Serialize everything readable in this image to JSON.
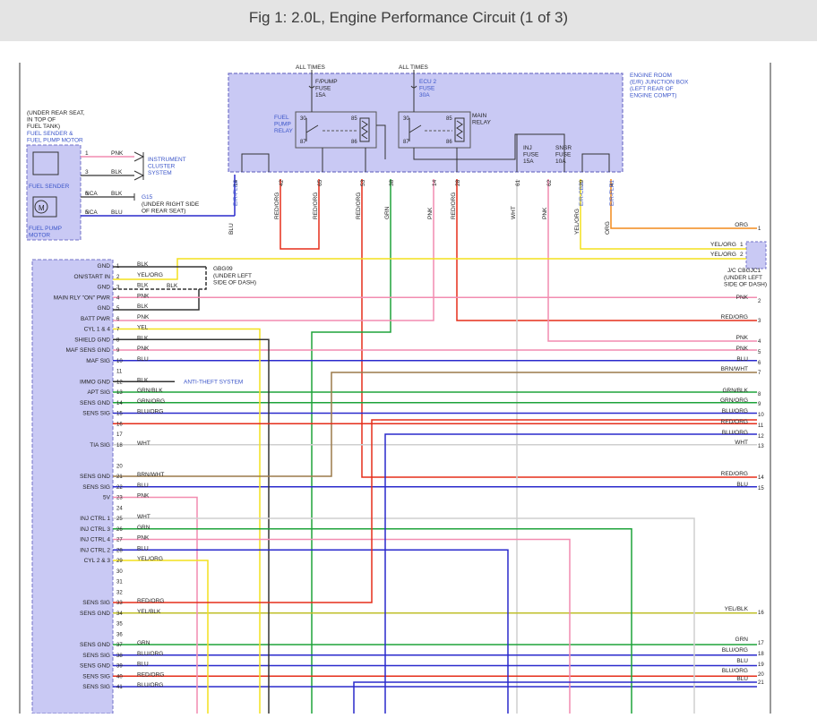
{
  "title": "Fig 1: 2.0L, Engine Performance Circuit (1 of 3)",
  "top_labels": {
    "all_times_1": "ALL TIMES",
    "all_times_2": "ALL TIMES",
    "fpump_fuse": [
      "F/PUMP",
      "FUSE",
      "15A"
    ],
    "ecu2_fuse": [
      "ECU 2",
      "FUSE",
      "30A"
    ],
    "junction_box": [
      "ENGINE ROOM",
      "(E/R) JUNCTION BOX",
      "(LEFT REAR OF",
      "ENGINE COMPT)"
    ],
    "fuel_pump_relay": [
      "FUEL",
      "PUMP",
      "RELAY"
    ],
    "main_relay": [
      "MAIN",
      "RELAY"
    ],
    "inj_fuse": [
      "INJ",
      "FUSE",
      "15A"
    ],
    "snsr_fuse": [
      "SNSR",
      "FUSE",
      "10A"
    ]
  },
  "fuel_sender": {
    "location": [
      "(UNDER REAR SEAT,",
      "IN TOP OF",
      "FUEL TANK)"
    ],
    "name": [
      "FUEL SENDER &",
      "FUEL PUMP MOTOR"
    ],
    "sender_label": "FUEL SENDER",
    "motor_label": [
      "FUEL PUMP",
      "MOTOR"
    ],
    "motor_symbol": "M",
    "instrument_cluster": [
      "INSTRUMENT",
      "CLUSTER",
      "SYSTEM"
    ],
    "ground_label": "G15",
    "ground_location": [
      "(UNDER RIGHT SIDE",
      "OF REAR SEAT)"
    ],
    "wires": [
      {
        "pin": "1",
        "color": "PNK"
      },
      {
        "pin": "3",
        "color": "BLK"
      },
      {
        "pin": "6",
        "color": "BLK",
        "prefix": "NCA"
      },
      {
        "pin": "5",
        "color": "BLU",
        "prefix": "NCA"
      }
    ]
  },
  "jb_pins": [
    {
      "pin": "14",
      "name": "E/R-FLR2",
      "color": "BLU"
    },
    {
      "pin": "42",
      "color": "RED/ORG"
    },
    {
      "pin": "65",
      "color": "RED/ORG"
    },
    {
      "pin": "53",
      "color": "RED/ORG"
    },
    {
      "pin": "38",
      "color": "GRN"
    },
    {
      "pin": "14",
      "color": "PNK"
    },
    {
      "pin": "28",
      "color": "RED/ORG"
    },
    {
      "pin": "61",
      "color": "WHT"
    },
    {
      "pin": "62",
      "color": "PNK"
    },
    {
      "pin": "29",
      "name": "E/R-CBS",
      "color": "YEL/ORG"
    },
    {
      "pin": "4",
      "name": "E/R-FLR1",
      "color": "ORG"
    }
  ],
  "gbg09": {
    "label": "GBG09",
    "location": [
      "(UNDER LEFT",
      "SIDE OF DASH)"
    ],
    "wire": "BLK"
  },
  "anti_theft": "ANTI-THEFT SYSTEM",
  "connector_cbgjc1": {
    "label": "J/C CBGJC1",
    "location": [
      "(UNDER LEFT",
      "SIDE OF DASH)"
    ],
    "wire_pin1": "YEL/ORG",
    "wire_pin2": "YEL/ORG",
    "pin1": "1",
    "pin2": "2"
  },
  "ecm_pins": [
    {
      "pin": "1",
      "name": "GND",
      "color": "BLK"
    },
    {
      "pin": "2",
      "name": "ON/START IN",
      "color": "YEL/ORG"
    },
    {
      "pin": "3",
      "name": "GND",
      "color": "BLK"
    },
    {
      "pin": "4",
      "name": "MAIN RLY \"ON\" PWR",
      "color": "PNK"
    },
    {
      "pin": "5",
      "name": "GND",
      "color": "BLK"
    },
    {
      "pin": "6",
      "name": "BATT PWR",
      "color": "PNK"
    },
    {
      "pin": "7",
      "name": "CYL 1 & 4",
      "color": "YEL"
    },
    {
      "pin": "8",
      "name": "SHIELD GND",
      "color": "BLK"
    },
    {
      "pin": "9",
      "name": "MAF SENS GND",
      "color": "PNK"
    },
    {
      "pin": "10",
      "name": "MAF SIG",
      "color": "BLU"
    },
    {
      "pin": "11",
      "name": "",
      "color": ""
    },
    {
      "pin": "12",
      "name": "IMMO GND",
      "color": "BLK"
    },
    {
      "pin": "13",
      "name": "APT SIG",
      "color": "GRN/BLK"
    },
    {
      "pin": "14",
      "name": "SENS GND",
      "color": "GRN/ORG"
    },
    {
      "pin": "15",
      "name": "SENS SIG",
      "color": "BLU/ORG"
    },
    {
      "pin": "16",
      "name": "",
      "color": ""
    },
    {
      "pin": "17",
      "name": "",
      "color": ""
    },
    {
      "pin": "18",
      "name": "TIA SIG",
      "color": "WHT"
    },
    {
      "pin": "20",
      "name": "",
      "color": ""
    },
    {
      "pin": "21",
      "name": "SENS GND",
      "color": "BRN/WHT"
    },
    {
      "pin": "22",
      "name": "SENS SIG",
      "color": "BLU"
    },
    {
      "pin": "23",
      "name": "5V",
      "color": "PNK"
    },
    {
      "pin": "24",
      "name": "",
      "color": ""
    },
    {
      "pin": "25",
      "name": "INJ CTRL 1",
      "color": "WHT"
    },
    {
      "pin": "26",
      "name": "INJ CTRL 3",
      "color": "GRN"
    },
    {
      "pin": "27",
      "name": "INJ CTRL 4",
      "color": "PNK"
    },
    {
      "pin": "28",
      "name": "INJ CTRL 2",
      "color": "BLU"
    },
    {
      "pin": "29",
      "name": "CYL 2 & 3",
      "color": "YEL/ORG"
    },
    {
      "pin": "30",
      "name": "",
      "color": ""
    },
    {
      "pin": "31",
      "name": "",
      "color": ""
    },
    {
      "pin": "32",
      "name": "",
      "color": ""
    },
    {
      "pin": "33",
      "name": "SENS SIG",
      "color": "RED/ORG"
    },
    {
      "pin": "34",
      "name": "SENS GND",
      "color": "YEL/BLK"
    },
    {
      "pin": "35",
      "name": "",
      "color": ""
    },
    {
      "pin": "36",
      "name": "",
      "color": ""
    },
    {
      "pin": "37",
      "name": "SENS GND",
      "color": "GRN"
    },
    {
      "pin": "38",
      "name": "SENS SIG",
      "color": "BLU/ORG"
    },
    {
      "pin": "39",
      "name": "SENS GND",
      "color": "BLU"
    },
    {
      "pin": "40",
      "name": "SENS SIG",
      "color": "RED/ORG"
    },
    {
      "pin": "41",
      "name": "SENS SIG",
      "color": "BLU/ORG"
    }
  ],
  "right_wires": [
    {
      "num": "1",
      "color": "ORG"
    },
    {
      "num": "2",
      "color": "PNK"
    },
    {
      "num": "3",
      "color": "RED/ORG"
    },
    {
      "num": "4",
      "color": "PNK"
    },
    {
      "num": "5",
      "color": "PNK"
    },
    {
      "num": "6",
      "color": "BLU"
    },
    {
      "num": "7",
      "color": "BRN/WHT"
    },
    {
      "num": "8",
      "color": "GRN/BLK"
    },
    {
      "num": "9",
      "color": "GRN/ORG"
    },
    {
      "num": "10",
      "color": "BLU/ORG"
    },
    {
      "num": "11",
      "color": "RED/ORG"
    },
    {
      "num": "12",
      "color": "BLU/ORG"
    },
    {
      "num": "13",
      "color": "WHT"
    },
    {
      "num": "14",
      "color": "RED/ORG"
    },
    {
      "num": "15",
      "color": "BLU"
    },
    {
      "num": "16",
      "color": "YEL/BLK"
    },
    {
      "num": "17",
      "color": "GRN"
    },
    {
      "num": "18",
      "color": "BLU/ORG"
    },
    {
      "num": "19",
      "color": "BLU"
    },
    {
      "num": "20",
      "color": "BLU/ORG"
    },
    {
      "num": "21",
      "color": "BLU"
    }
  ],
  "colors": {
    "title_bg": "#e4e4e4",
    "box_fill": "#c9c9f4",
    "box_stroke": "#7373c8",
    "label_blue": "#3b55c9",
    "wire_red": "#e52e1a",
    "wire_orange": "#f28a1c",
    "wire_yellow": "#f3e01d",
    "wire_pink": "#f28cb0",
    "wire_green": "#1ea33a",
    "wire_blue": "#2a2acc",
    "wire_brown": "#9b7a4a",
    "wire_white": "#cfcfcf",
    "wire_black": "#333333",
    "wire_olive": "#bfbf2a"
  }
}
